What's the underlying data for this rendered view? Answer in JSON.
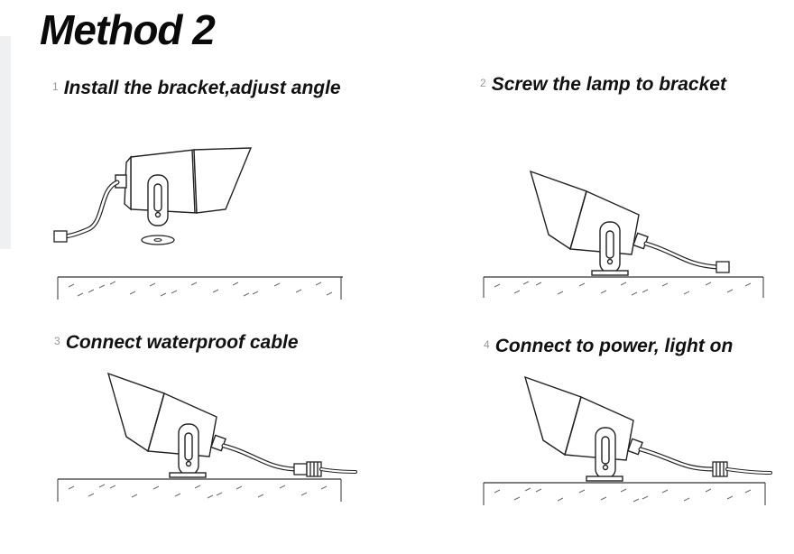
{
  "title": "Method 2",
  "steps": [
    {
      "number": "1",
      "label": "Install the bracket,adjust angle"
    },
    {
      "number": "2",
      "label": "Screw the lamp to bracket"
    },
    {
      "number": "3",
      "label": "Connect waterproof cable"
    },
    {
      "number": "4",
      "label": "Connect to power, light on"
    }
  ]
}
